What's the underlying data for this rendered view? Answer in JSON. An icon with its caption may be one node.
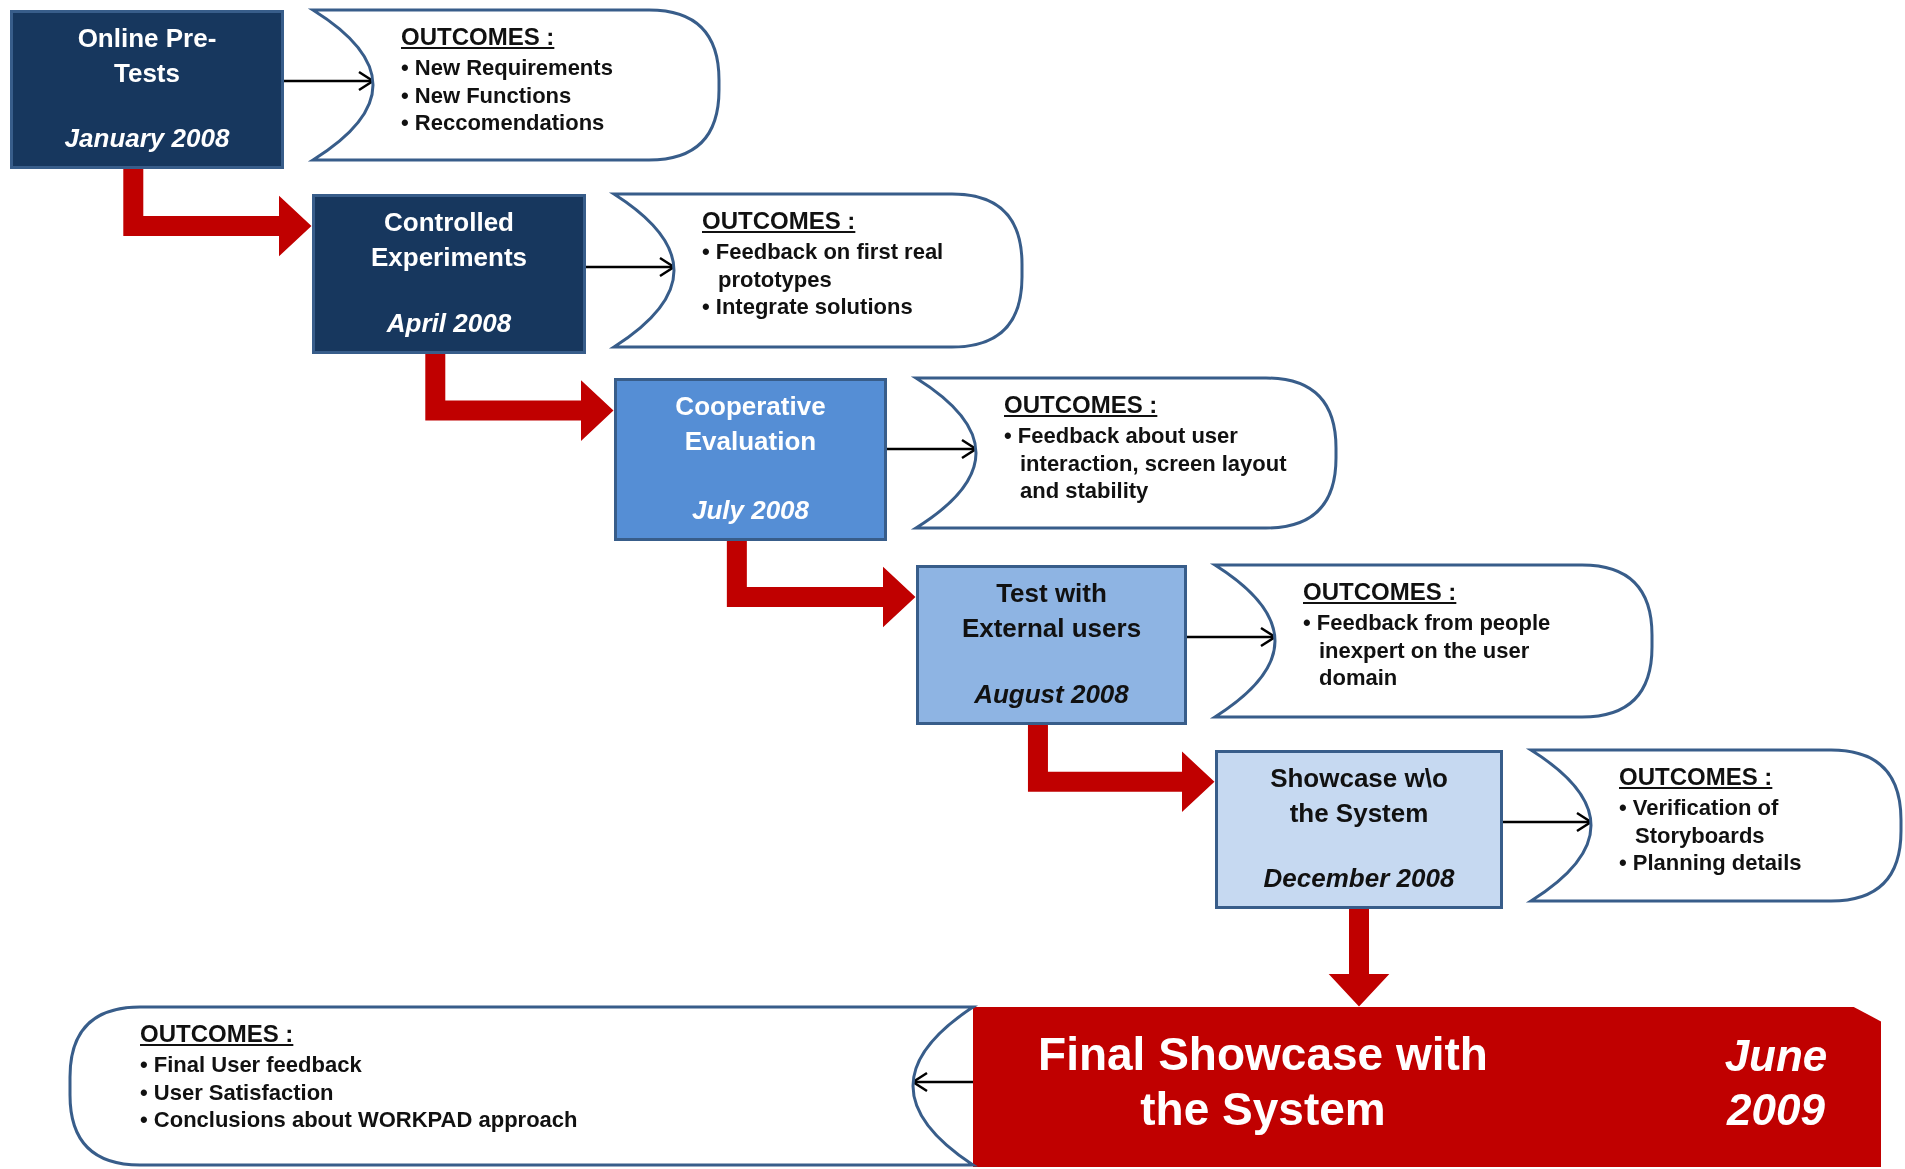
{
  "diagram": {
    "nodes": [
      {
        "text": [
          "Online Pre-Tests",
          "January 2008"
        ]
      },
      {
        "text": [
          "OUTCOMES :",
          "• New Requirements",
          "• New Functions",
          "• Reccomendations"
        ]
      },
      {
        "text": [
          "Controlled Experiments",
          "April 2008"
        ]
      },
      {
        "text": [
          "OUTCOMES :",
          "• Feedback on first real prototypes",
          "• Integrate solutions"
        ]
      },
      {
        "text": [
          "Cooperative Evaluation",
          "July 2008"
        ]
      },
      {
        "text": [
          "OUTCOMES :",
          "• Feedback about user interaction, screen layout and stability"
        ]
      },
      {
        "text": [
          "Test with External users",
          "August 2008"
        ]
      },
      {
        "text": [
          "OUTCOMES :",
          "• Feedback from people inexpert on the user domain"
        ]
      },
      {
        "text": [
          "Showcase w\\o the System",
          "December 2008"
        ]
      },
      {
        "text": [
          "OUTCOMES :",
          "• Verification of Storyboards",
          "• Planning details"
        ]
      },
      {
        "text": [
          "Final Showcase with the System",
          "June 2009"
        ]
      },
      {
        "text": [
          "OUTCOMES :",
          "• Final User feedback",
          "• User Satisfaction",
          "• Conclusions about WORKPAD approach"
        ]
      }
    ],
    "edges": [
      {
        "from": 0,
        "to": 1,
        "arrow": "to"
      },
      {
        "from": 0,
        "to": 2,
        "arrow": "to",
        "style": "thick",
        "color": "#c00000"
      },
      {
        "from": 2,
        "to": 3,
        "arrow": "to"
      },
      {
        "from": 2,
        "to": 4,
        "arrow": "to",
        "style": "thick",
        "color": "#c00000"
      },
      {
        "from": 4,
        "to": 5,
        "arrow": "to"
      },
      {
        "from": 4,
        "to": 6,
        "arrow": "to",
        "style": "thick",
        "color": "#c00000"
      },
      {
        "from": 6,
        "to": 7,
        "arrow": "to"
      },
      {
        "from": 6,
        "to": 8,
        "arrow": "to",
        "style": "thick",
        "color": "#c00000"
      },
      {
        "from": 8,
        "to": 9,
        "arrow": "to"
      },
      {
        "from": 8,
        "to": 10,
        "arrow": "to",
        "style": "thick",
        "color": "#c00000"
      },
      {
        "from": 10,
        "to": 11,
        "arrow": "to"
      }
    ]
  }
}
